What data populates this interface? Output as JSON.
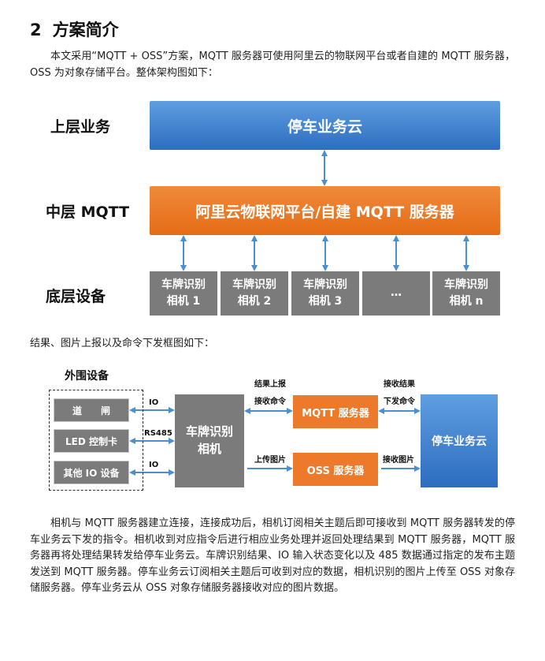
{
  "section": {
    "number": "2",
    "title": "方案简介"
  },
  "intro": "本文采用“MQTT + OSS”方案，MQTT 服务器可使用阿里云的物联网平台或者自建的 MQTT 服务器，OSS 为对象存储平台。整体架构图如下：",
  "arch": {
    "upper_label": "上层业务",
    "middle_label": "中层 MQTT",
    "lower_label": "底层设备",
    "cloud": "停车业务云",
    "mqtt_platform": "阿里云物联网平台/自建 MQTT 服务器",
    "devices": [
      {
        "line1": "车牌识别",
        "line2": "相机 1"
      },
      {
        "line1": "车牌识别",
        "line2": "相机 2"
      },
      {
        "line1": "车牌识别",
        "line2": "相机 3"
      },
      {
        "line1": "…",
        "line2": ""
      },
      {
        "line1": "车牌识别",
        "line2": "相机 n"
      }
    ]
  },
  "flow_caption": "结果、图片上报以及命令下发框图如下：",
  "flow": {
    "peripherals_title": "外围设备",
    "gate": "道　　闸",
    "led": "LED 控制卡",
    "other_io": "其他 IO 设备",
    "io_label_1": "IO",
    "rs485_label": "RS485",
    "io_label_2": "IO",
    "camera_line1": "车牌识别",
    "camera_line2": "相机",
    "result_report": "结果上报",
    "receive_cmd": "接收命令",
    "upload_image": "上传图片",
    "mqtt_server": "MQTT 服务器",
    "oss_server": "OSS 服务器",
    "receive_result": "接收结果",
    "send_cmd": "下发命令",
    "receive_image": "接收图片",
    "cloud": "停车业务云"
  },
  "body": "相机与 MQTT 服务器建立连接，连接成功后，相机订阅相关主题后即可接收到 MQTT 服务器转发的停车业务云下发的指令。相机收到对应指令后进行相应业务处理并返回处理结果到 MQTT 服务器，MQTT 服务器再将处理结果转发给停车业务云。车牌识别结果、IO 输入状态变化以及 485 数据通过指定的发布主题发送到 MQTT 服务器。停车业务云订阅相关主题后可收到对应的数据，相机识别的图片上传至 OSS 对象存储服务器。停车业务云从 OSS 对象存储服务器接收对应的图片数据。",
  "colors": {
    "blue": "#3b7fd0",
    "orange": "#ec7a2a",
    "gray": "#7b7b7b",
    "arrow": "#4a90d0"
  }
}
